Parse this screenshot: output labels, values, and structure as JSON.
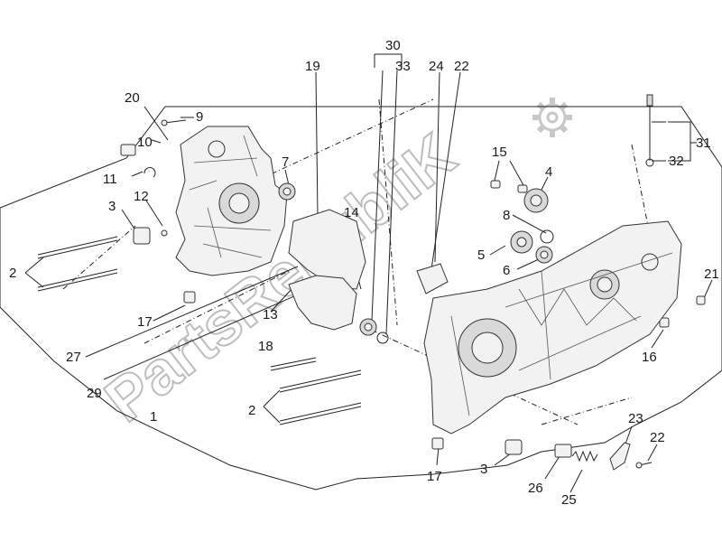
{
  "watermark": {
    "text": "PartsRepubliK"
  },
  "callouts": [
    {
      "id": "c30",
      "text": "30"
    },
    {
      "id": "c33",
      "text": "33"
    },
    {
      "id": "c19",
      "text": "19"
    },
    {
      "id": "c24",
      "text": "24"
    },
    {
      "id": "c22a",
      "text": "22"
    },
    {
      "id": "c20",
      "text": "20"
    },
    {
      "id": "c9",
      "text": "9"
    },
    {
      "id": "c10",
      "text": "10"
    },
    {
      "id": "c11",
      "text": "11"
    },
    {
      "id": "c7",
      "text": "7"
    },
    {
      "id": "c3a",
      "text": "3"
    },
    {
      "id": "c12",
      "text": "12"
    },
    {
      "id": "c14",
      "text": "14"
    },
    {
      "id": "c2a",
      "text": "2"
    },
    {
      "id": "c17a",
      "text": "17"
    },
    {
      "id": "c13",
      "text": "13"
    },
    {
      "id": "c27",
      "text": "27"
    },
    {
      "id": "c29",
      "text": "29"
    },
    {
      "id": "c1",
      "text": "1"
    },
    {
      "id": "c18",
      "text": "18"
    },
    {
      "id": "c2b",
      "text": "2"
    },
    {
      "id": "c15",
      "text": "15"
    },
    {
      "id": "c4",
      "text": "4"
    },
    {
      "id": "c8",
      "text": "8"
    },
    {
      "id": "c5",
      "text": "5"
    },
    {
      "id": "c6",
      "text": "6"
    },
    {
      "id": "c31",
      "text": "31"
    },
    {
      "id": "c32",
      "text": "32"
    },
    {
      "id": "c21",
      "text": "21"
    },
    {
      "id": "c16",
      "text": "16"
    },
    {
      "id": "c23",
      "text": "23"
    },
    {
      "id": "c22b",
      "text": "22"
    },
    {
      "id": "c17b",
      "text": "17"
    },
    {
      "id": "c3b",
      "text": "3"
    },
    {
      "id": "c26",
      "text": "26"
    },
    {
      "id": "c25",
      "text": "25"
    }
  ]
}
